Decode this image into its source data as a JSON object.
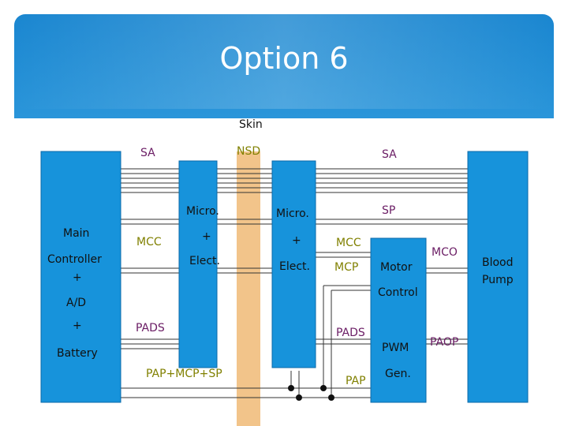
{
  "slide": {
    "title": "Option 6"
  },
  "labels": {
    "skin": "Skin",
    "sa_left": "SA",
    "nsd": "NSD",
    "sa_right": "SA",
    "micro_left": "Micro.",
    "plus_left": "+",
    "elect_left": "Elect.",
    "micro_right": "Micro.",
    "plus_right": "+",
    "elect_right": "Elect.",
    "sp": "SP",
    "mcc_left": "MCC",
    "mcc_right": "MCC",
    "mcp": "MCP",
    "mco": "MCO",
    "motor": "Motor",
    "control": "Control",
    "pads_left": "PADS",
    "pads_right": "PADS",
    "pap_mcp_sp": "PAP+MCP+SP",
    "pap": "PAP",
    "pwm": "PWM",
    "gen": "Gen.",
    "paop": "PAOP",
    "main_lines": [
      "Main",
      "Controller",
      "+",
      "A/D",
      "+",
      "Battery"
    ],
    "blood_pump": [
      "Blood",
      "Pump"
    ]
  },
  "colors": {
    "header_blue": "#1e8fd6",
    "header_light": "#6cc4f0",
    "box_blue": "#1793db",
    "box_border": "#0b6aa8",
    "skin_band": "#f2c48a",
    "olive": "#808000",
    "purple": "#6a1c64"
  }
}
